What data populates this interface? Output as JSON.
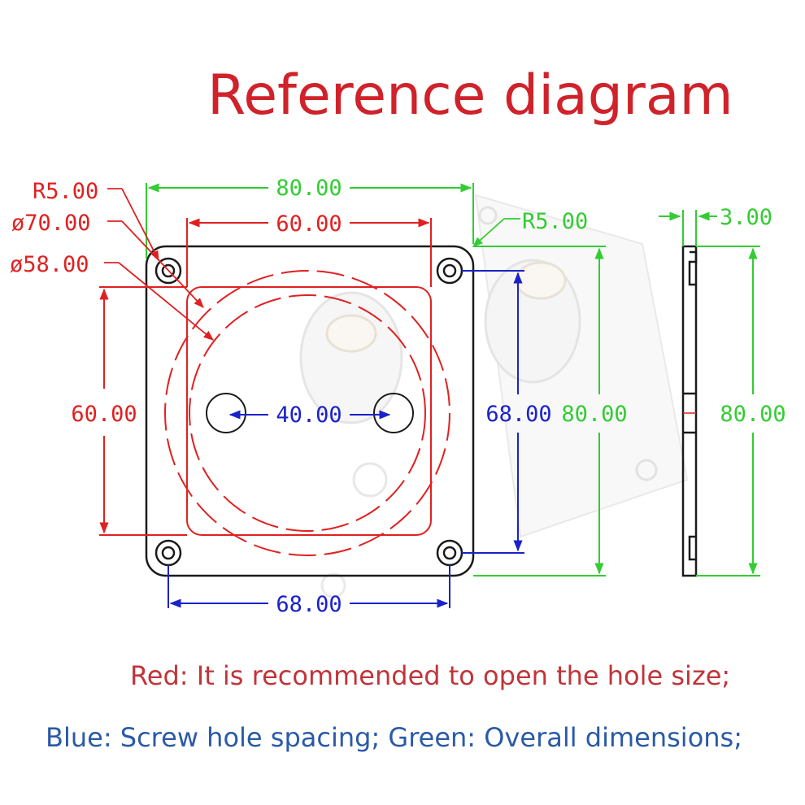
{
  "title": "Reference diagram",
  "colors": {
    "red": "#e02020",
    "green": "#33cc33",
    "blue": "#1a22c8",
    "title": "#d0222a"
  },
  "labels": {
    "corner_radius_left": "R5.00",
    "circle_outer": "ø70.00",
    "circle_inner": "ø58.00",
    "top_overall_width": "80.00",
    "top_recommended_width": "60.00",
    "corner_radius_right": "R5.00",
    "side_thickness": "3.00",
    "left_recommended_height": "60.00",
    "center_hole_spacing": "40.00",
    "right_screw_spacing": "68.00",
    "right_overall_height": "80.00",
    "side_overall_height": "80.00",
    "bottom_screw_spacing": "68.00"
  },
  "legend": {
    "red": "Red: It is recommended to open the hole size;",
    "blue_green": "Blue: Screw hole spacing; Green: Overall dimensions;"
  }
}
